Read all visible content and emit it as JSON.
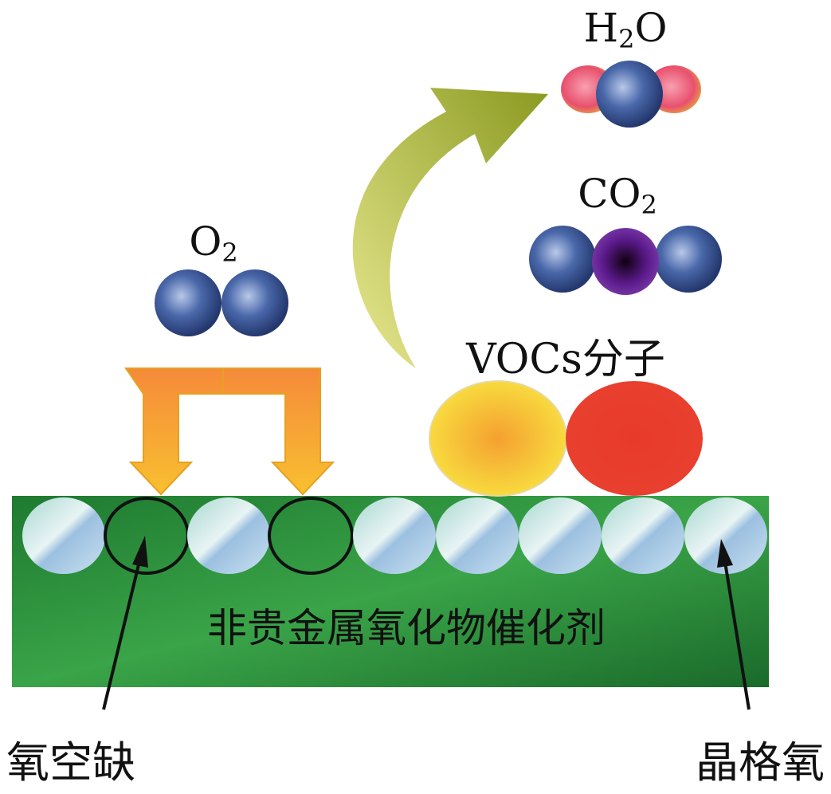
{
  "labels": {
    "h2o_main": "H",
    "h2o_sub": "2",
    "h2o_end": "O",
    "co2_main": "CO",
    "co2_sub": "2",
    "o2_main": "O",
    "o2_sub": "2",
    "vocs": "VOCs分子",
    "catalyst": "非贵金属氧化物催化剂",
    "oxygen_vacancy": "氧空缺",
    "lattice_oxygen": "晶格氧"
  },
  "colors": {
    "slab": "#2f9a3e",
    "atom_blue": "#3a5aa0",
    "atom_pink": "#e85a78",
    "carbon_purple": "#5a1a8a",
    "voc_yellow": "#f7c52a",
    "voc_red": "#e8352a",
    "arrow_orange": "#f59a3a",
    "arrow_olive": "#a8a830"
  }
}
